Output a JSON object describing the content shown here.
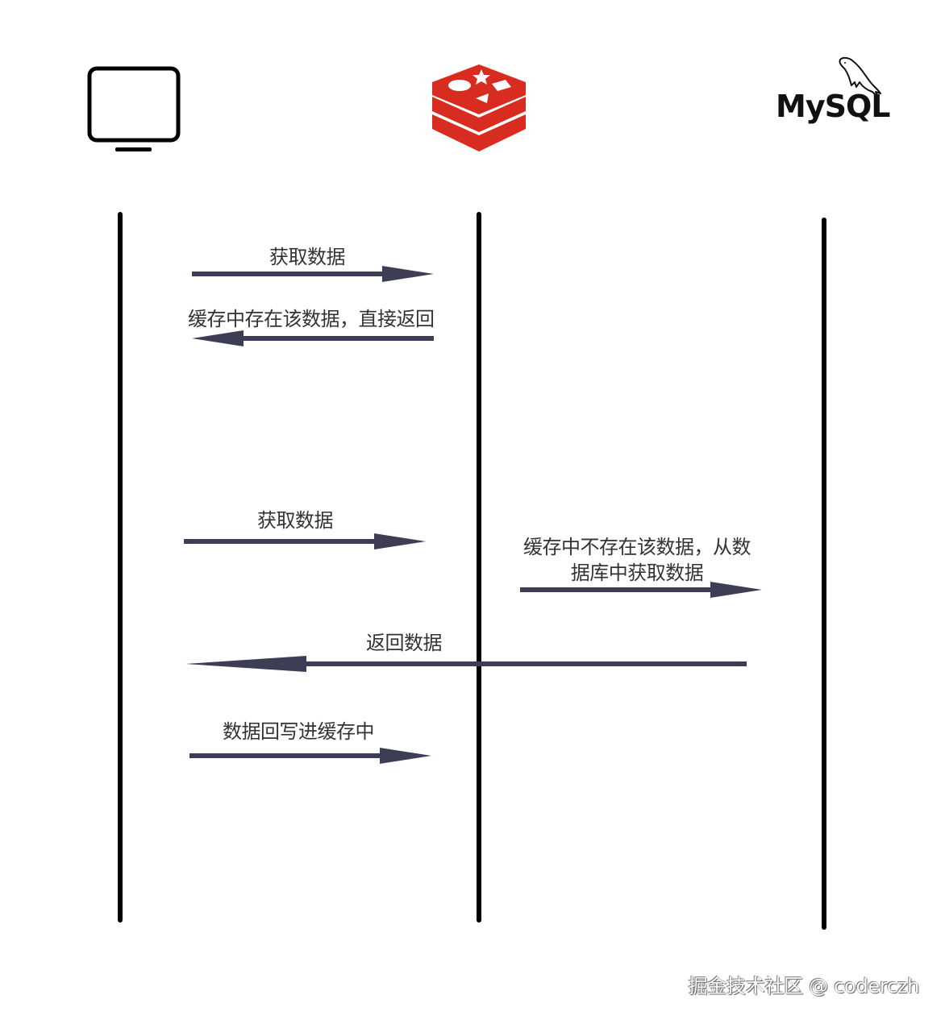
{
  "diagram": {
    "type": "sequence",
    "participants": [
      {
        "id": "client",
        "icon": "monitor-icon",
        "label": ""
      },
      {
        "id": "redis",
        "icon": "redis-logo-icon",
        "label": "",
        "color": "#d82c20"
      },
      {
        "id": "mysql",
        "icon": "mysql-logo-icon",
        "label": "MySQL"
      }
    ],
    "messages": [
      {
        "from": "client",
        "to": "redis",
        "label": "获取数据"
      },
      {
        "from": "redis",
        "to": "client",
        "label": "缓存中存在该数据，直接返回"
      },
      {
        "from": "client",
        "to": "redis",
        "label": "获取数据"
      },
      {
        "from": "redis",
        "to": "mysql",
        "label_line1": "缓存中不存在该数据，从数",
        "label_line2": "据库中获取数据"
      },
      {
        "from": "mysql",
        "to": "client",
        "label": "返回数据"
      },
      {
        "from": "client",
        "to": "redis",
        "label": "数据回写进缓存中"
      }
    ],
    "arrow_color": "#3d3d55",
    "lifeline_color": "#000000"
  },
  "watermark": "掘金技术社区 @ coderczh"
}
